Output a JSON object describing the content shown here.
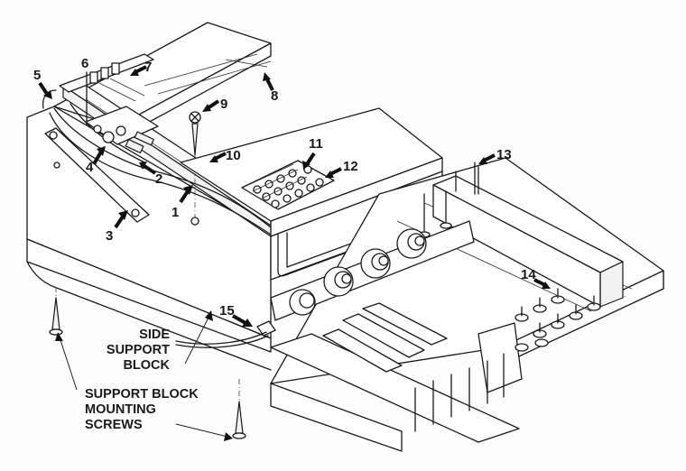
{
  "diagram": {
    "title": "Keyboard side support block assembly (exploded view)",
    "callouts": [
      {
        "id": "1",
        "label": "1"
      },
      {
        "id": "2",
        "label": "2"
      },
      {
        "id": "3",
        "label": "3"
      },
      {
        "id": "4",
        "label": "4"
      },
      {
        "id": "5",
        "label": "5"
      },
      {
        "id": "6",
        "label": "6"
      },
      {
        "id": "7",
        "label": "7"
      },
      {
        "id": "8",
        "label": "8"
      },
      {
        "id": "9",
        "label": "9"
      },
      {
        "id": "10",
        "label": "10"
      },
      {
        "id": "11",
        "label": "11"
      },
      {
        "id": "12",
        "label": "12"
      },
      {
        "id": "13",
        "label": "13"
      },
      {
        "id": "14",
        "label": "14"
      },
      {
        "id": "15",
        "label": "15"
      }
    ],
    "text_labels": {
      "side_support_block": [
        "SIDE",
        "SUPPORT",
        "BLOCK"
      ],
      "support_block_mounting_screws": [
        "SUPPORT BLOCK",
        "MOUNTING",
        "SCREWS"
      ]
    },
    "part_number_mark": "— · —"
  }
}
